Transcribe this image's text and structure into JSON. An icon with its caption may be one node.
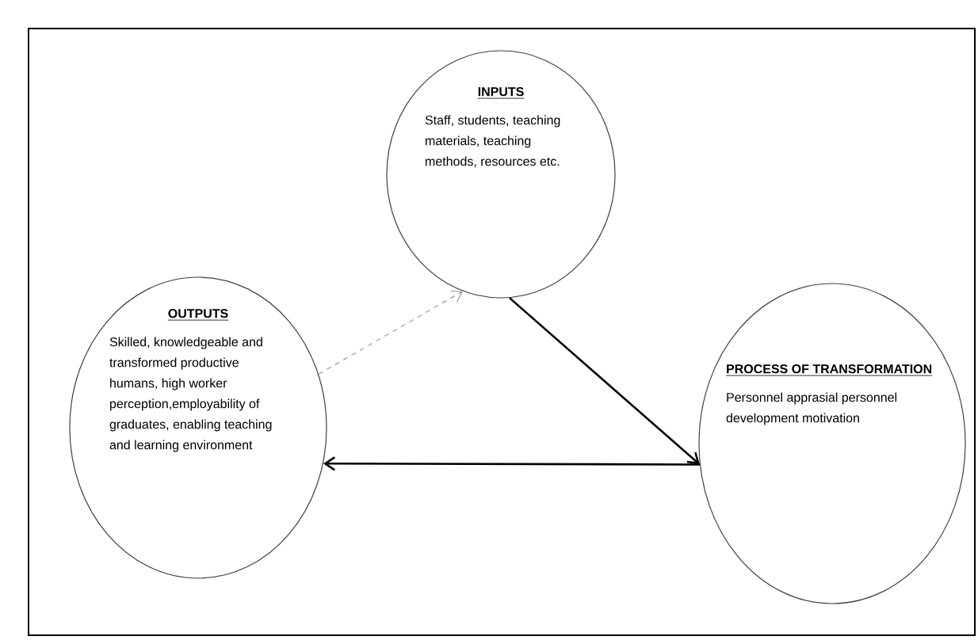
{
  "diagram": {
    "nodes": [
      {
        "text": [
          "INPUTS",
          "Staff, students, teaching materials, teaching methods, resources etc."
        ]
      },
      {
        "text": [
          "PROCESS OF TRANSFORMATION",
          "Personnel apprasial personnel development motivation"
        ]
      },
      {
        "text": [
          "OUTPUTS",
          "Skilled, knowledgeable and transformed productive humans, high worker perception,employability of graduates, enabling teaching and learning environment"
        ]
      }
    ],
    "edges": [
      {
        "from": 0,
        "to": 1,
        "arrow": "to"
      },
      {
        "from": 1,
        "to": 2,
        "arrow": "to"
      },
      {
        "from": 2,
        "to": 0,
        "arrow": "to",
        "style": "dashed",
        "color": "#9a9a9a"
      }
    ]
  }
}
